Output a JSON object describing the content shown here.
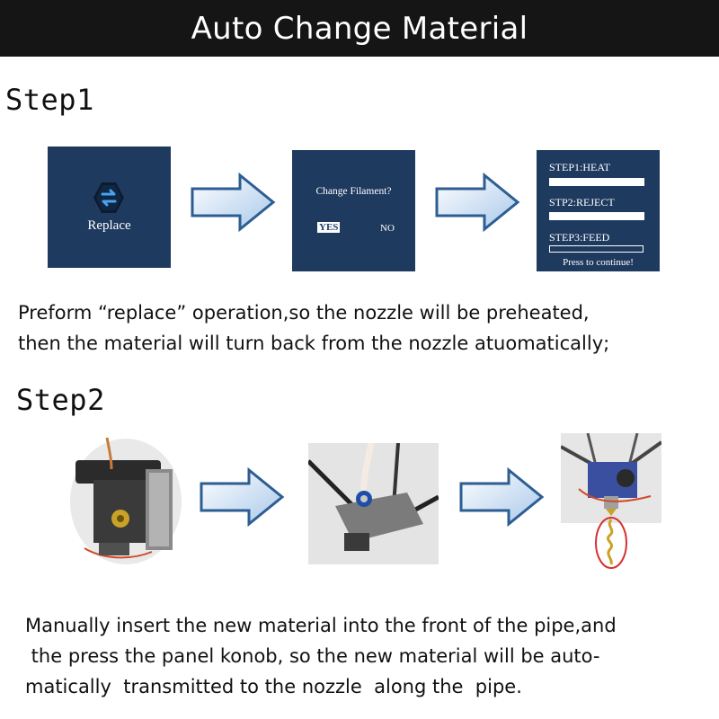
{
  "header": {
    "title": "Auto Change Material"
  },
  "step1": {
    "heading": "Step1",
    "screen1": {
      "icon": "swap-arrows-icon",
      "label": "Replace"
    },
    "screen2": {
      "question": "Change Filament?",
      "yes": "YES",
      "no": "NO"
    },
    "screen3": {
      "heat": "STEP1:HEAT",
      "reject": "STP2:REJECT",
      "feed": "STEP3:FEED",
      "footer": "Press to continue!"
    },
    "description": [
      "Preform  “replace” operation,so the nozzle will be preheated,",
      "then the material will turn back from the nozzle atuomatically;"
    ]
  },
  "step2": {
    "heading": "Step2",
    "description": [
      "Manually insert the new material into the front of the pipe,and",
      " the press the panel konob, so the new material will be auto-",
      "matically  transmitted to the nozzle  along the  pipe."
    ]
  },
  "colors": {
    "header_bg": "#151515",
    "panel_bg": "#1f3a5f",
    "arrow_fill": "#cfe0f2",
    "arrow_stroke": "#2d5e93"
  }
}
